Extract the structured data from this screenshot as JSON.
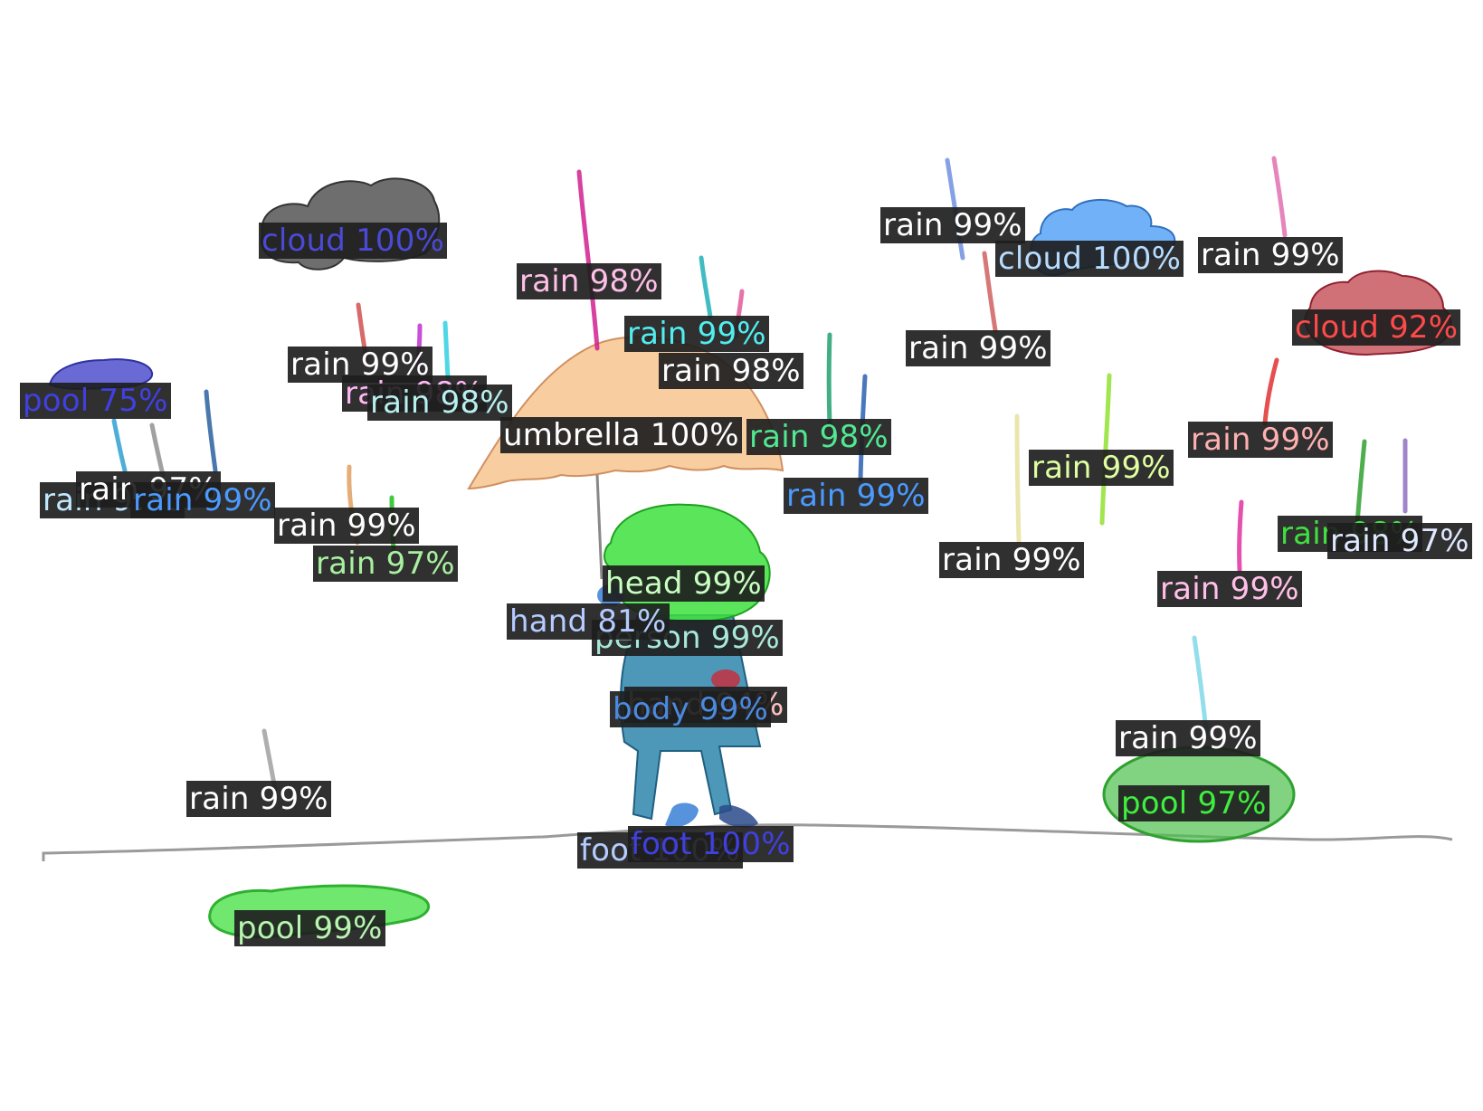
{
  "detections": [
    {
      "id": "cloud-1",
      "class": "cloud",
      "label": "cloud 100%",
      "color": "#4a4ad6",
      "shape_color": "#555555"
    },
    {
      "id": "cloud-2",
      "class": "cloud",
      "label": "cloud 100%",
      "color": "#b8dcff",
      "shape_color": "#4e9ef5"
    },
    {
      "id": "cloud-3",
      "class": "cloud",
      "label": "cloud 92%",
      "color": "#ff4a4a",
      "shape_color": "#c0424a"
    },
    {
      "id": "pool-1",
      "class": "pool",
      "label": "pool 75%",
      "color": "#4040e0",
      "shape_color": "#5050cc"
    },
    {
      "id": "pool-2",
      "class": "pool",
      "label": "pool 97%",
      "color": "#40ee40",
      "shape_color": "#4cc04c"
    },
    {
      "id": "pool-3",
      "class": "pool",
      "label": "pool 99%",
      "color": "#b8f5b0",
      "shape_color": "#40e040"
    },
    {
      "id": "umbrella",
      "class": "umbrella",
      "label": "umbrella 100%",
      "color": "#ffffff",
      "shape_color": "#f7c690"
    },
    {
      "id": "head",
      "class": "head",
      "label": "head 99%",
      "color": "#c8ffc0",
      "shape_color": "#3de03d"
    },
    {
      "id": "person",
      "class": "person",
      "label": "person 99%",
      "color": "#a8e8d8",
      "shape_color": "#2e86ab"
    },
    {
      "id": "hand-1",
      "class": "hand",
      "label": "hand 81%",
      "color": "#b4ccff",
      "shape_color": "#3a7fd6"
    },
    {
      "id": "hand-2",
      "class": "hand",
      "label": "hand 94%",
      "color": "#ffc0c0",
      "shape_color": "#c23040"
    },
    {
      "id": "body",
      "class": "body",
      "label": "body 99%",
      "color": "#4a8ae0",
      "shape_color": "#2f6fb0"
    },
    {
      "id": "foot-1",
      "class": "foot",
      "label": "foot 100%",
      "color": "#b4ccff",
      "shape_color": "#3a7fd6"
    },
    {
      "id": "foot-2",
      "class": "foot",
      "label": "foot 100%",
      "color": "#4040e0",
      "shape_color": "#2a4a8a"
    },
    {
      "id": "rain-1",
      "class": "rain",
      "label": "rain 98%",
      "color": "#ffc0e8",
      "shape_color": "#d0208f"
    },
    {
      "id": "rain-2",
      "class": "rain",
      "label": "rain 99%",
      "color": "#50eef0",
      "shape_color": "#20b0b8"
    },
    {
      "id": "rain-3",
      "class": "rain",
      "label": "rain 98%",
      "color": "#ffffff",
      "shape_color": "#e05a9a"
    },
    {
      "id": "rain-4",
      "class": "rain",
      "label": "rain 99%",
      "color": "#ffffff",
      "shape_color": "#d05050"
    },
    {
      "id": "rain-5",
      "class": "rain",
      "label": "rain 98%",
      "color": "#ffb8f5",
      "shape_color": "#c030d0"
    },
    {
      "id": "rain-6",
      "class": "rain",
      "label": "rain 98%",
      "color": "#b8f0f0",
      "shape_color": "#30d0e0"
    },
    {
      "id": "rain-7",
      "class": "rain",
      "label": "rain 98%",
      "color": "#50e890",
      "shape_color": "#20a070"
    },
    {
      "id": "rain-8",
      "class": "rain",
      "label": "rain 99%",
      "color": "#4a9aff",
      "shape_color": "#2a60b0"
    },
    {
      "id": "rain-9",
      "class": "rain",
      "label": "rain 97%",
      "color": "#c0e8ff",
      "shape_color": "#30a0d0"
    },
    {
      "id": "rain-10",
      "class": "rain",
      "label": "rain 97%",
      "color": "#ffffff",
      "shape_color": "#909090"
    },
    {
      "id": "rain-11",
      "class": "rain",
      "label": "rain 99%",
      "color": "#4a9aff",
      "shape_color": "#2a60a0"
    },
    {
      "id": "rain-12",
      "class": "rain",
      "label": "rain 99%",
      "color": "#ffffff",
      "shape_color": "#e0a060"
    },
    {
      "id": "rain-13",
      "class": "rain",
      "label": "rain 97%",
      "color": "#a8f0a0",
      "shape_color": "#20c020"
    },
    {
      "id": "rain-14",
      "class": "rain",
      "label": "rain 99%",
      "color": "#ffffff",
      "shape_color": "#7090e0"
    },
    {
      "id": "rain-15",
      "class": "rain",
      "label": "rain 99%",
      "color": "#ffffff",
      "shape_color": "#e070b0"
    },
    {
      "id": "rain-16",
      "class": "rain",
      "label": "rain 99%",
      "color": "#ffffff",
      "shape_color": "#d06060"
    },
    {
      "id": "rain-17",
      "class": "rain",
      "label": "rain 99%",
      "color": "#ffb0b0",
      "shape_color": "#e03030"
    },
    {
      "id": "rain-18",
      "class": "rain",
      "label": "rain 99%",
      "color": "#e0ffa0",
      "shape_color": "#90e030"
    },
    {
      "id": "rain-19",
      "class": "rain",
      "label": "rain 99%",
      "color": "#ffffff",
      "shape_color": "#e8e0a0"
    },
    {
      "id": "rain-20",
      "class": "rain",
      "label": "rain 98%",
      "color": "#40e040",
      "shape_color": "#30a030"
    },
    {
      "id": "rain-21",
      "class": "rain",
      "label": "rain 97%",
      "color": "#e0e8ff",
      "shape_color": "#9070c0"
    },
    {
      "id": "rain-22",
      "class": "rain",
      "label": "rain 99%",
      "color": "#ffc0e8",
      "shape_color": "#e030a0"
    },
    {
      "id": "rain-23",
      "class": "rain",
      "label": "rain 99%",
      "color": "#ffffff",
      "shape_color": "#80d8e8"
    },
    {
      "id": "rain-24",
      "class": "rain",
      "label": "rain 99%",
      "color": "#ffffff",
      "shape_color": "#a0a0a0"
    }
  ]
}
